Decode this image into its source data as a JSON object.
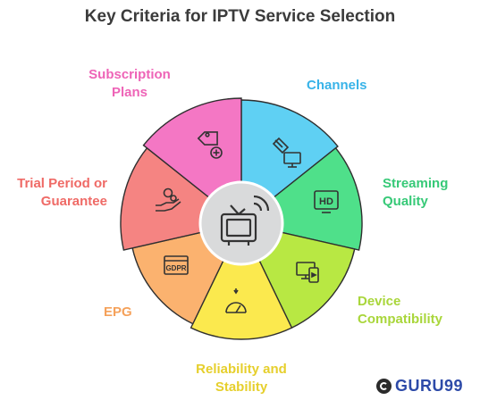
{
  "title": "Key Criteria for IPTV Service Selection",
  "segments": [
    {
      "label1": "Channels",
      "label2": "",
      "color": "#5fd0f3",
      "icon": "satellite-tv-icon"
    },
    {
      "label1": "Streaming",
      "label2": "Quality",
      "color": "#4fe08a",
      "icon": "hd-icon"
    },
    {
      "label1": "Device",
      "label2": "Compatibility",
      "color": "#b8e843",
      "icon": "devices-icon"
    },
    {
      "label1": "Reliability and",
      "label2": "Stability",
      "color": "#fbe94e",
      "icon": "speedometer-icon"
    },
    {
      "label1": "EPG",
      "label2": "",
      "color": "#fbb26f",
      "icon": "gdpr-icon"
    },
    {
      "label1": "Trial Period or",
      "label2": "Guarantee",
      "color": "#f58482",
      "icon": "money-hand-icon"
    },
    {
      "label1": "Subscription",
      "label2": "Plans",
      "color": "#f477c4",
      "icon": "price-tag-icon"
    }
  ],
  "label_colors": [
    "#38b3e8",
    "#36c977",
    "#a9d63b",
    "#e6cf2c",
    "#f5a15a",
    "#ef6a66",
    "#ee64b7"
  ],
  "center_icon": "tv-antenna-icon",
  "gdpr_text": "GDPR",
  "hd_text": "HD",
  "logo": {
    "text": "GURU99",
    "icon": "guru99-logo-icon"
  }
}
